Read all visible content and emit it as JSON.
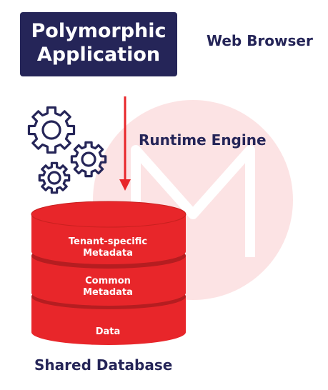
{
  "app_box": {
    "line1": "Polymorphic",
    "line2": "Application"
  },
  "web_browser_label": "Web Browser",
  "runtime_engine_label": "Runtime Engine",
  "database": {
    "layers": [
      {
        "line1": "Tenant-specific",
        "line2": "Metadata"
      },
      {
        "line1": "Common",
        "line2": "Metadata"
      },
      {
        "line1": "Data"
      }
    ],
    "caption": "Shared Database"
  },
  "colors": {
    "navy": "#252558",
    "red": "#e8262a",
    "dark_red": "#b51d20",
    "watermark": "#f2a6a6"
  },
  "icons": {
    "gears": "gears-icon",
    "arrow": "down-arrow-icon",
    "logo": "watermark-logo"
  }
}
